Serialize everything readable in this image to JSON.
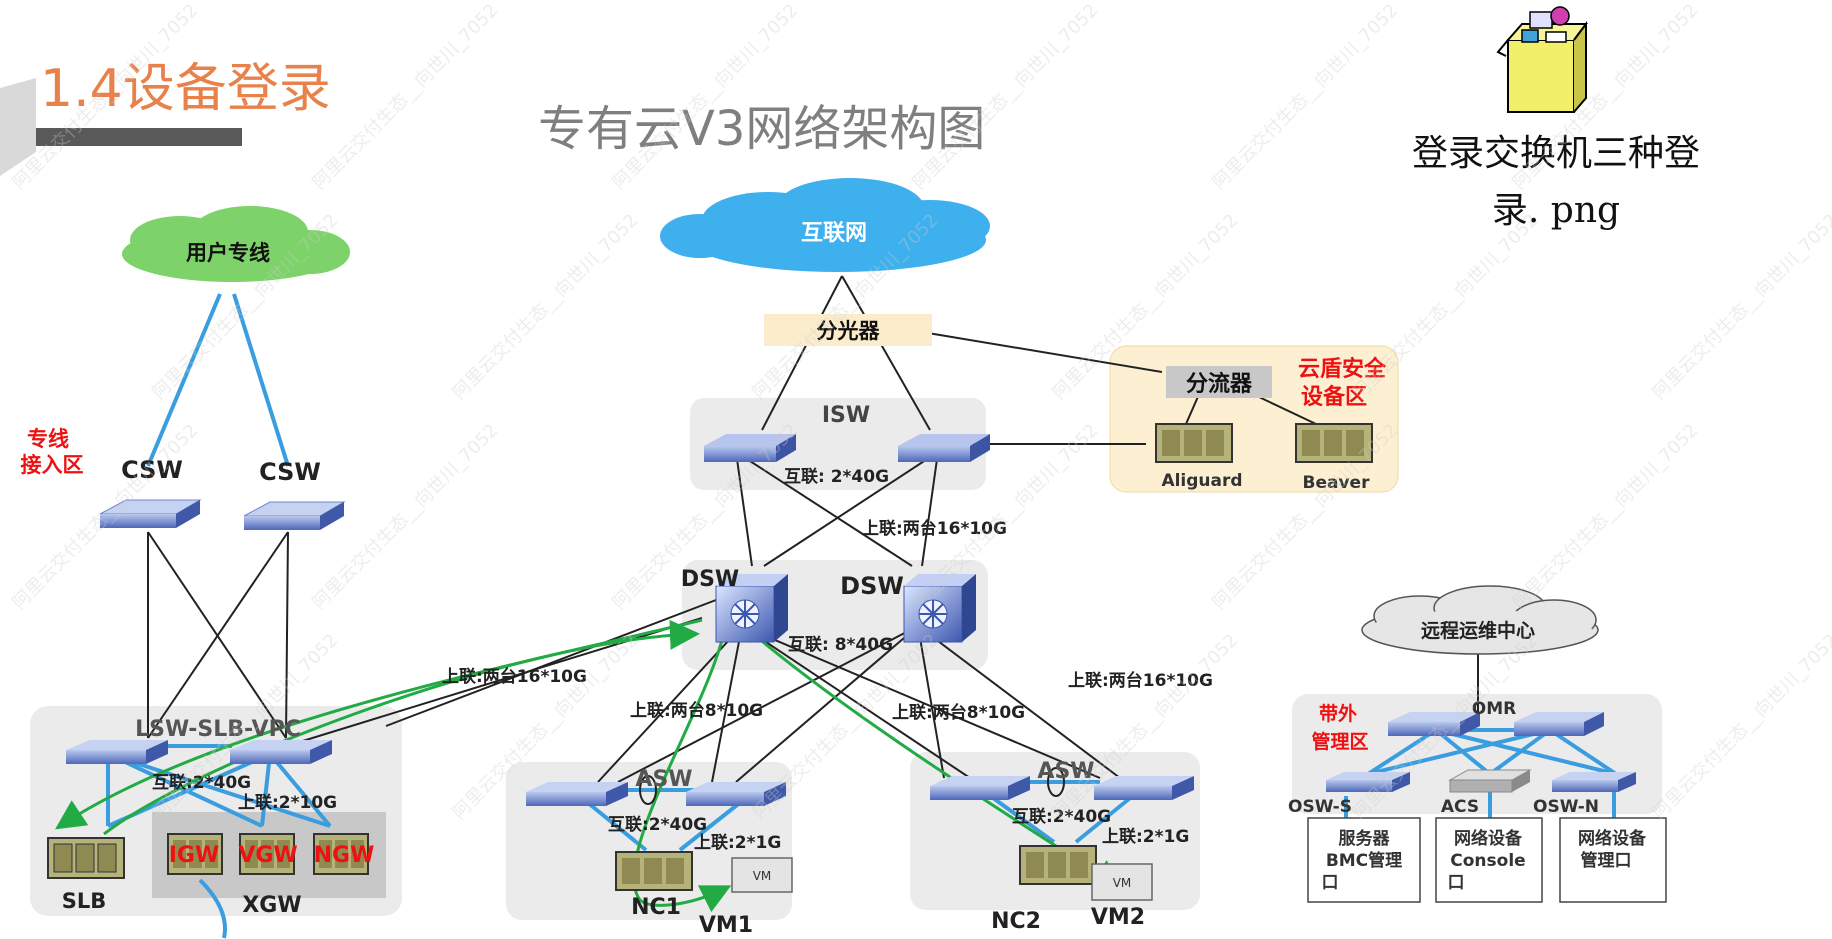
{
  "slide": {
    "section_title": "1.4设备登录",
    "diagram_title": "专有云V3网络架构图",
    "attachment": {
      "label_line1": "登录交换机三种登",
      "label_line2": "录. png",
      "icon": "package-file-icon"
    },
    "watermark": "阿里云交付生态__向世川_7052"
  },
  "colors": {
    "accent_orange": "#e8824a",
    "title_gray": "#7f7f7f",
    "link_black": "#222222",
    "link_blue": "#3a9de0",
    "path_green": "#22aa44",
    "warn_red": "#ee1111",
    "cloud_green": "#7dd36a",
    "cloud_blue": "#3fb0ee",
    "cloud_gray": "#e6e6e6",
    "zone_gray": "#ebebeb",
    "zone_yellow": "#fdf0d2",
    "splitter_bg": "#fbeccc"
  },
  "labels": {
    "user_line_cloud": "用户专线",
    "dedicated_zone": [
      "专线",
      "接入区"
    ],
    "csw_left": "CSW",
    "csw_right": "CSW",
    "lsw": "LSW-SLB-VPC",
    "lsw_interconnect": "互联:2*40G",
    "lsw_uplink": "上联:2*10G",
    "slb": "SLB",
    "xgw": "XGW",
    "igw": "IGW",
    "vgw": "VGW",
    "ngw": "NGW",
    "internet": "互联网",
    "optical_splitter": "分光器",
    "isw": "ISW",
    "isw_interconnect": "互联: 2*40G",
    "isw_uplink": "上联:两台16*10G",
    "dsw_left": "DSW",
    "dsw_right": "DSW",
    "dsw_interconnect": "互联: 8*40G",
    "uplink_left": "上联:两台16*10G",
    "uplink_asw_left": "上联:两台8*10G",
    "uplink_asw_right": "上联:两台8*10G",
    "uplink_right": "上联:两台16*10G",
    "asw_left": "ASW",
    "asw_right": "ASW",
    "asw_interconnect_left": "互联:2*40G",
    "asw_interconnect_right": "互联:2*40G",
    "asw_uplink_left": "上联:2*1G",
    "asw_uplink_right": "上联:2*1G",
    "nc1": "NC1",
    "nc2": "NC2",
    "vm1": "VM1",
    "vm2": "VM2",
    "vm_box": "VM",
    "flow_splitter": "分流器",
    "security_zone": [
      "云盾安全",
      "设备区"
    ],
    "aliguard": "Aliguard",
    "beaver": "Beaver",
    "remote_center": "远程运维中心",
    "oob_zone": [
      "带外",
      "管理区"
    ],
    "omr": "OMR",
    "osw_s": "OSW-S",
    "acs": "ACS",
    "osw_n": "OSW-N",
    "bmc_box": [
      "服务器",
      "BMC管理",
      "口"
    ],
    "console_box": [
      "网络设备",
      "Console",
      "口"
    ],
    "mgmt_box": [
      "网络设备",
      "管理口"
    ]
  }
}
